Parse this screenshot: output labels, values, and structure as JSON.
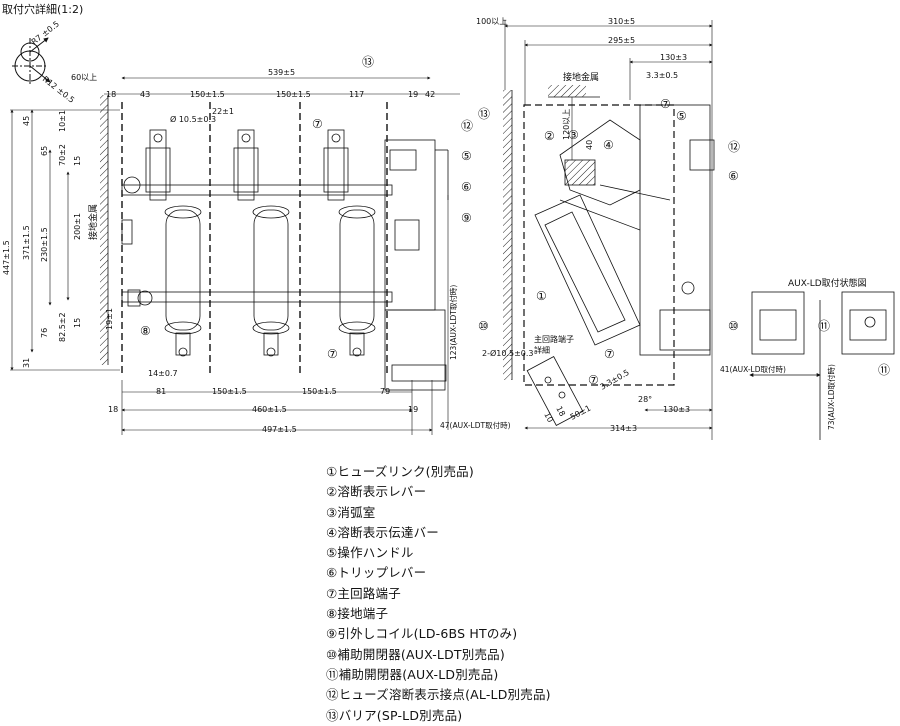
{
  "detail_title": "取付穴詳細(1:2)",
  "hole": {
    "r_small": "R7 ±0.5",
    "r_large": "R12 ±0.5"
  },
  "front_view": {
    "top_dims": [
      "18",
      "43",
      "150±1.5",
      "22±1",
      "150±1.5",
      "117",
      "19",
      "42"
    ],
    "overall_top": "539±5",
    "offset_60": "60以上",
    "hole_dia": "Ø 10.5±0.3",
    "left_dims": [
      "447±1.5",
      "371±1.5",
      "230±1.5",
      "200±1",
      "45",
      "65",
      "10±1",
      "70±2",
      "15",
      "76",
      "82.5±2",
      "15",
      "19±1",
      "31"
    ],
    "ground_label": "接地金属",
    "bottom_dims": [
      "14±0.7",
      "81",
      "150±1.5",
      "150±1.5",
      "79",
      "18",
      "460±1.5",
      "19",
      "497±1.5"
    ],
    "aux_ldt_123": "123(AUX-LDT取付時)",
    "aux_ldt_47": "47(AUX-LDT取付時)"
  },
  "side_view": {
    "top_dims": [
      "100以上",
      "310±5",
      "295±5",
      "130±3",
      "3.3±0.5"
    ],
    "ground_label": "接地金属",
    "dims": [
      "120以上",
      "40",
      "3.3±0.5",
      "28°",
      "130±3",
      "314±3"
    ],
    "terminal_detail": "主回路端子\n詳細",
    "hole_spec": "2-Ø10.5±0.3",
    "terminal_dims": [
      "10",
      "18",
      "50±1"
    ]
  },
  "aux_view": {
    "title": "AUX-LD取付状態図",
    "dim_41": "41(AUX-LD取付時)",
    "dim_73": "73(AUX-LD取付時)"
  },
  "callouts": [
    "①",
    "②",
    "③",
    "④",
    "⑤",
    "⑥",
    "⑦",
    "⑧",
    "⑨",
    "⑩",
    "⑪",
    "⑫",
    "⑬"
  ],
  "legend": [
    "①ヒューズリンク(別売品)",
    "②溶断表示レバー",
    "③消弧室",
    "④溶断表示伝達バー",
    "⑤操作ハンドル",
    "⑥トリップレバー",
    "⑦主回路端子",
    "⑧接地端子",
    "⑨引外しコイル(LD-6BS HTのみ)",
    "⑩補助開閉器(AUX-LDT別売品)",
    "⑪補助開閉器(AUX-LD別売品)",
    "⑫ヒューズ溶断表示接点(AL-LD別売品)",
    "⑬バリア(SP-LD別売品)"
  ]
}
